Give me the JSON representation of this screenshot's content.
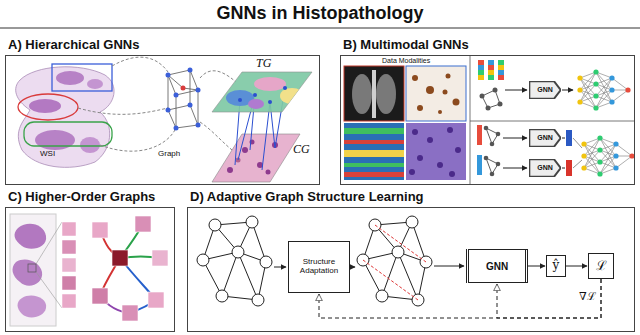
{
  "diagram": {
    "title": "GNNs in Histopathology",
    "nodes": [
      {
        "text": [
          "A) Hierarchical GNNs"
        ]
      },
      {
        "text": [
          "B) Multimodal GNNs"
        ]
      },
      {
        "text": [
          "GNN"
        ],
        "in": 1
      },
      {
        "text": [
          "GNN"
        ],
        "in": 1
      },
      {
        "text": [
          "GNN"
        ],
        "in": 1
      },
      {
        "text": [
          "C) Higher-Order Graphs"
        ]
      },
      {
        "text": [
          "D) Adaptive Graph Structure Learning"
        ]
      },
      {
        "text": [
          "Structure Adaptation"
        ],
        "in": 6
      },
      {
        "text": [
          "GNN"
        ],
        "in": 6
      },
      {
        "text": [
          "ŷ"
        ],
        "in": 6
      },
      {
        "text": [
          "ℒ"
        ],
        "in": 6
      }
    ],
    "edges": [
      {
        "from": 8,
        "to": 9,
        "arrow": "to"
      },
      {
        "from": 9,
        "to": 10,
        "arrow": "to"
      },
      {
        "from": 10,
        "to": 8,
        "arrow": "to"
      },
      {
        "from": 10,
        "to": 7,
        "arrow": "to",
        "label": "∇ℒ"
      }
    ],
    "labels": [
      "WSI",
      "Graph",
      "TG",
      "CG",
      "Data Modalities"
    ]
  }
}
